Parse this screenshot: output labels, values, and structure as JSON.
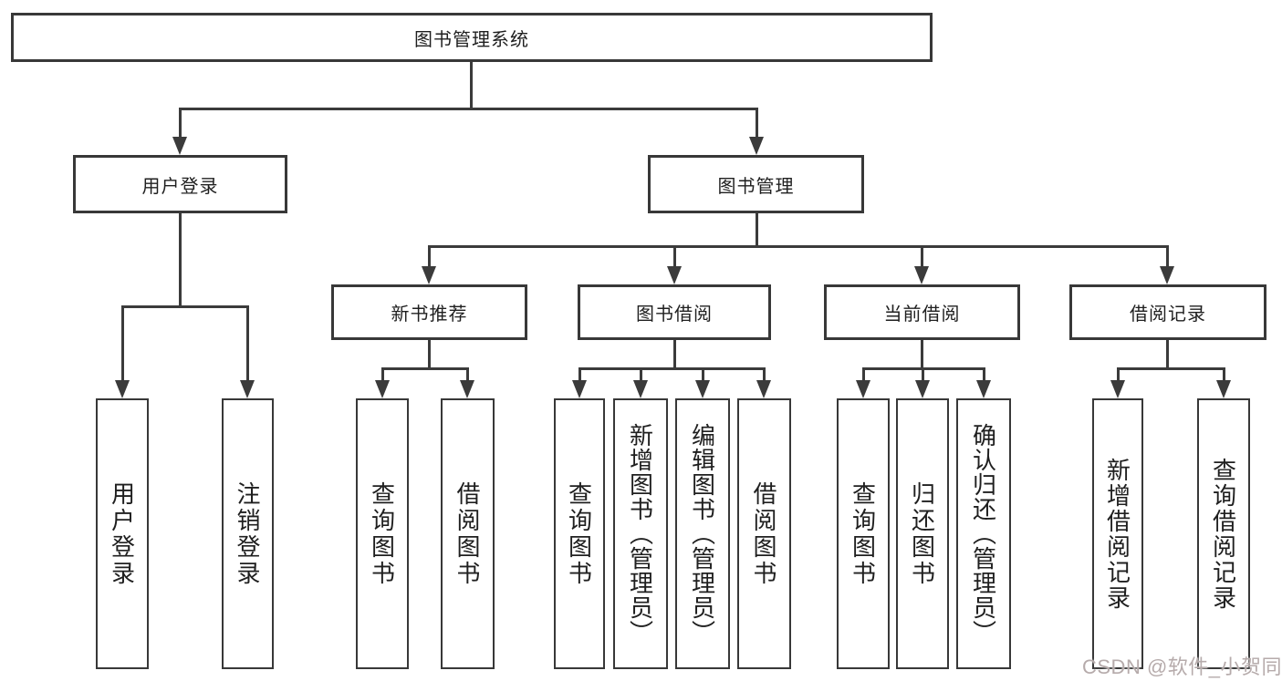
{
  "diagram": {
    "root": "图书管理系统",
    "level1": [
      "用户登录",
      "图书管理"
    ],
    "level2": [
      "新书推荐",
      "图书借阅",
      "当前借阅",
      "借阅记录"
    ],
    "leaves_login": [
      "用户登录",
      "注销登录"
    ],
    "leaves_recommend": [
      "查询图书",
      "借阅图书"
    ],
    "leaves_borrow": [
      "查询图书",
      "新增图书（管理员）",
      "编辑图书（管理员）",
      "借阅图书"
    ],
    "leaves_current": [
      "查询图书",
      "归还图书",
      "确认归还（管理员）"
    ],
    "leaves_records": [
      "新增借阅记录",
      "查询借阅记录"
    ],
    "watermark": "CSDN @软件_小贺同学",
    "colors": {
      "line": "#3b3b3b",
      "border": "#383838",
      "text": "#1f1f1f",
      "watermark": "#b6abab"
    }
  }
}
